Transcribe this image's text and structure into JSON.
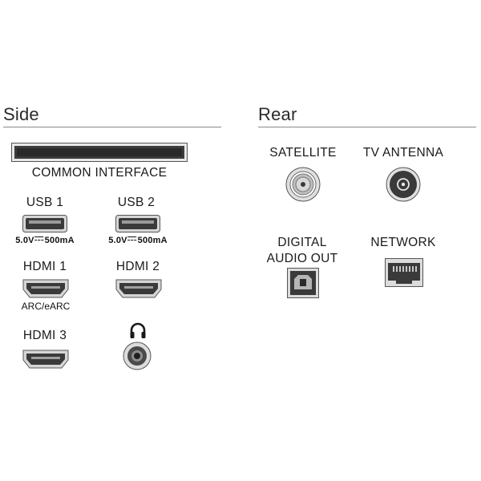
{
  "side": {
    "heading": "Side",
    "common_interface": "COMMON INTERFACE",
    "usb1": {
      "label": "USB 1",
      "rating_left": "5.0V",
      "rating_right": "500mA"
    },
    "usb2": {
      "label": "USB 2",
      "rating_left": "5.0V",
      "rating_right": "500mA"
    },
    "hdmi1": {
      "label": "HDMI 1",
      "sub": "ARC/eARC"
    },
    "hdmi2": {
      "label": "HDMI 2"
    },
    "hdmi3": {
      "label": "HDMI 3"
    },
    "headphone_icon": "headphones-icon"
  },
  "rear": {
    "heading": "Rear",
    "satellite": "SATELLITE",
    "tv_antenna": "TV ANTENNA",
    "digital_audio_line1": "DIGITAL",
    "digital_audio_line2": "AUDIO OUT",
    "network": "NETWORK"
  },
  "colors": {
    "rule": "#8a8a8a",
    "port_dark": "#3a3a3a",
    "port_light": "#d9d9d9"
  }
}
